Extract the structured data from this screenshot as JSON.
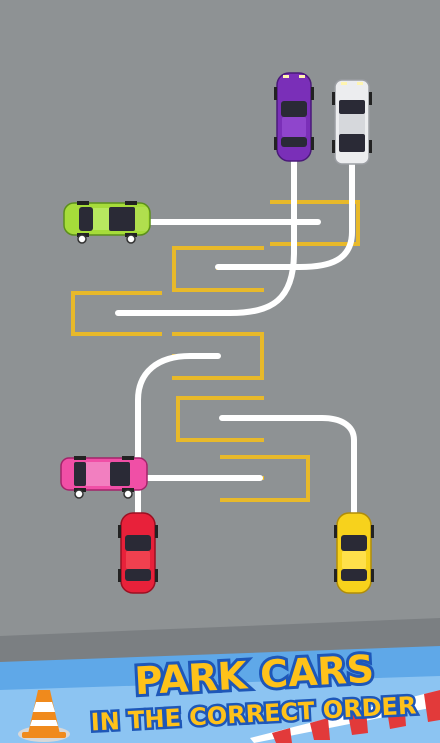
{
  "scene": {
    "asphalt_color": "#8e9294",
    "line_color": "#e8b92a",
    "path_color": "#ffffff"
  },
  "banner": {
    "line1": "PARK CARS",
    "line2": "IN THE CORRECT ORDER",
    "text_color": "#ffc21a",
    "outline_color": "#1e57b8",
    "strip_color": "#5fa8e8"
  },
  "cars": [
    {
      "name": "purple",
      "color": "#7a2fb8",
      "orientation": "vertical"
    },
    {
      "name": "white",
      "color": "#ecedef",
      "orientation": "vertical"
    },
    {
      "name": "lime",
      "color": "#a6dc3a",
      "orientation": "horizontal"
    },
    {
      "name": "pink",
      "color": "#f04fa6",
      "orientation": "horizontal"
    },
    {
      "name": "red",
      "color": "#e8213a",
      "orientation": "vertical"
    },
    {
      "name": "yellow",
      "color": "#f7d21c",
      "orientation": "vertical"
    }
  ],
  "icons": [
    "traffic-cone-icon",
    "barrier-tape-icon"
  ]
}
